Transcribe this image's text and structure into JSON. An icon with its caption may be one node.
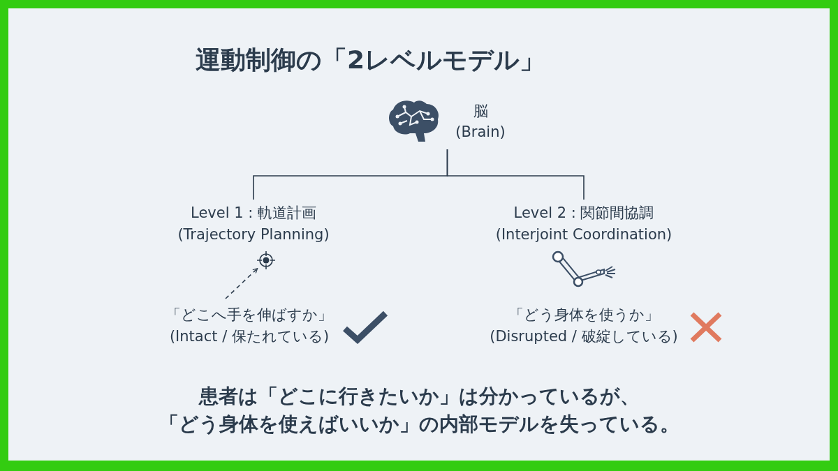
{
  "diagram": {
    "title": "運動制御の「2レベルモデル」",
    "caption": "患者は「どこに行きたいか」は分かっているが、「どう身体を使えばいいか」の内部モデルを失っている。",
    "nodes": [
      {
        "text": [
          "脳 (Brain)"
        ]
      },
      {
        "text": [
          "Level 1 : 軌道計画 (Trajectory Planning)"
        ]
      },
      {
        "text": [
          "Level 2 : 関節間協調 (Interjoint Coordination)"
        ]
      },
      {
        "text": [],
        "shape": "circle"
      }
    ],
    "edges": [
      {
        "from": 0,
        "to": 1,
        "arrow": "none"
      },
      {
        "from": 0,
        "to": 2,
        "arrow": "none"
      },
      {
        "from": null,
        "to": 3,
        "arrow": "to",
        "style": "dashed"
      }
    ],
    "labels": [
      "「どこへ手を伸ばすか」 (Intact / 保たれている)",
      "「どう身体を使うか」 (Disrupted / 破綻している)"
    ]
  }
}
